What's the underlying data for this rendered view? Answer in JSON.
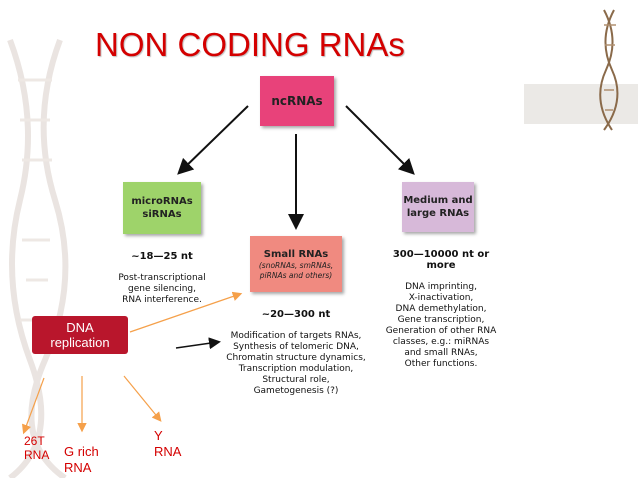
{
  "title": "NON CODING RNAs",
  "nodes": {
    "ncrna": "ncRNAs",
    "mirna": [
      "microRNAs",
      "siRNAs"
    ],
    "small": {
      "label": "Small RNAs",
      "sub": [
        "(snoRNAs, smRNAs,",
        "piRNAs and others)"
      ]
    },
    "medium": [
      "Medium and",
      "large RNAs"
    ]
  },
  "descriptions": {
    "mirna": {
      "range": "~18—25 nt",
      "text": "Post-transcriptional\ngene silencing,\nRNA interference."
    },
    "small": {
      "range": "~20—300 nt",
      "text": "Modification of targets RNAs,\nSynthesis of telomeric DNA,\nChromatin structure dynamics,\nTranscription modulation,\nStructural role,\nGametogenesis (?)"
    },
    "medium": {
      "range": "300—10000 nt or more",
      "text": "DNA imprinting,\nX-inactivation,\nDNA demethylation,\nGene transcription,\nGeneration of other RNA\nclasses, e.g.: miRNAs\nand small RNAs,\nOther functions."
    }
  },
  "dna_replication": [
    "DNA",
    "replication"
  ],
  "leaves": {
    "t26": [
      "26T",
      "RNA"
    ],
    "grich": [
      "G rich",
      "RNA"
    ],
    "y": [
      "Y",
      "RNA"
    ]
  },
  "colors": {
    "title": "#d40000",
    "ncrna": "#e8427a",
    "mirna": "#9ed36a",
    "small": "#f08a80",
    "medium": "#d7b9d9",
    "dna_box": "#b9162c",
    "orange_arrow": "#f5a04a"
  }
}
